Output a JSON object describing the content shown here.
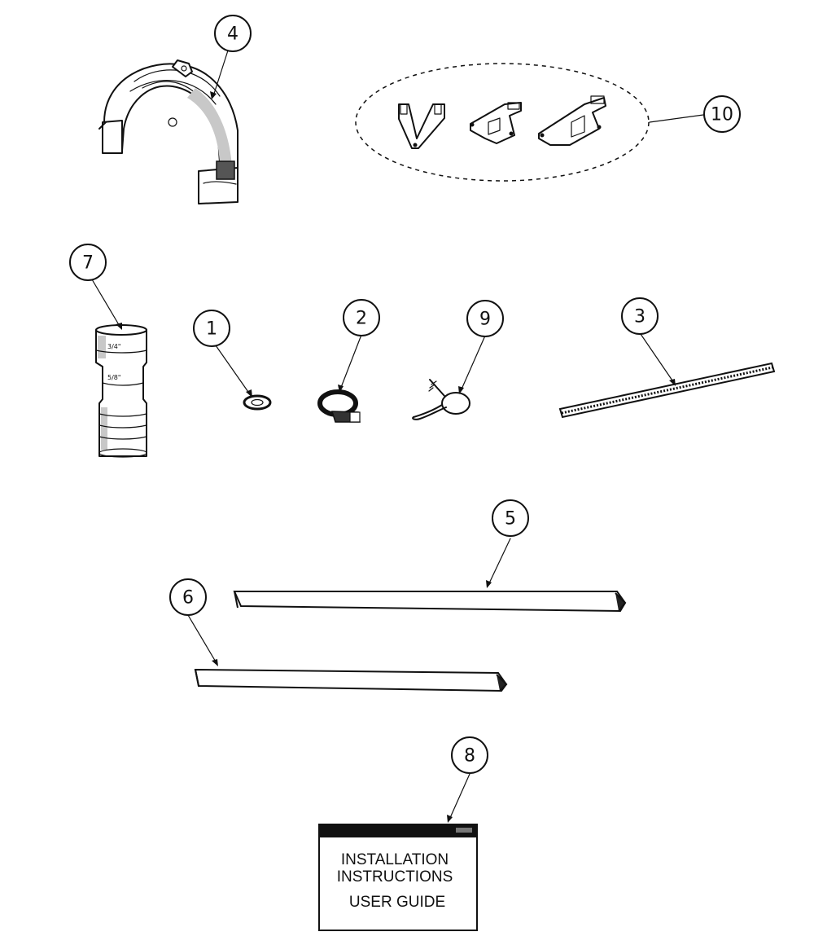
{
  "parts": [
    {
      "id": "1",
      "name": "washer"
    },
    {
      "id": "2",
      "name": "hose clamp"
    },
    {
      "id": "3",
      "name": "threaded rod"
    },
    {
      "id": "4",
      "name": "saddle bracket"
    },
    {
      "id": "5",
      "name": "long strip"
    },
    {
      "id": "6",
      "name": "short strip"
    },
    {
      "id": "7",
      "name": "stepped adapter"
    },
    {
      "id": "8",
      "name": "manual"
    },
    {
      "id": "9",
      "name": "cable tie"
    },
    {
      "id": "10",
      "name": "mounting brackets"
    }
  ],
  "callouts": {
    "c1": "1",
    "c2": "2",
    "c3": "3",
    "c4": "4",
    "c5": "5",
    "c6": "6",
    "c7": "7",
    "c8": "8",
    "c9": "9",
    "c10": "10"
  },
  "adapter_marks": {
    "upper": "3/4\"",
    "lower": "5/8\""
  },
  "manual": {
    "line1": "INSTALLATION",
    "line2": "INSTRUCTIONS",
    "line3": "USER GUIDE"
  }
}
